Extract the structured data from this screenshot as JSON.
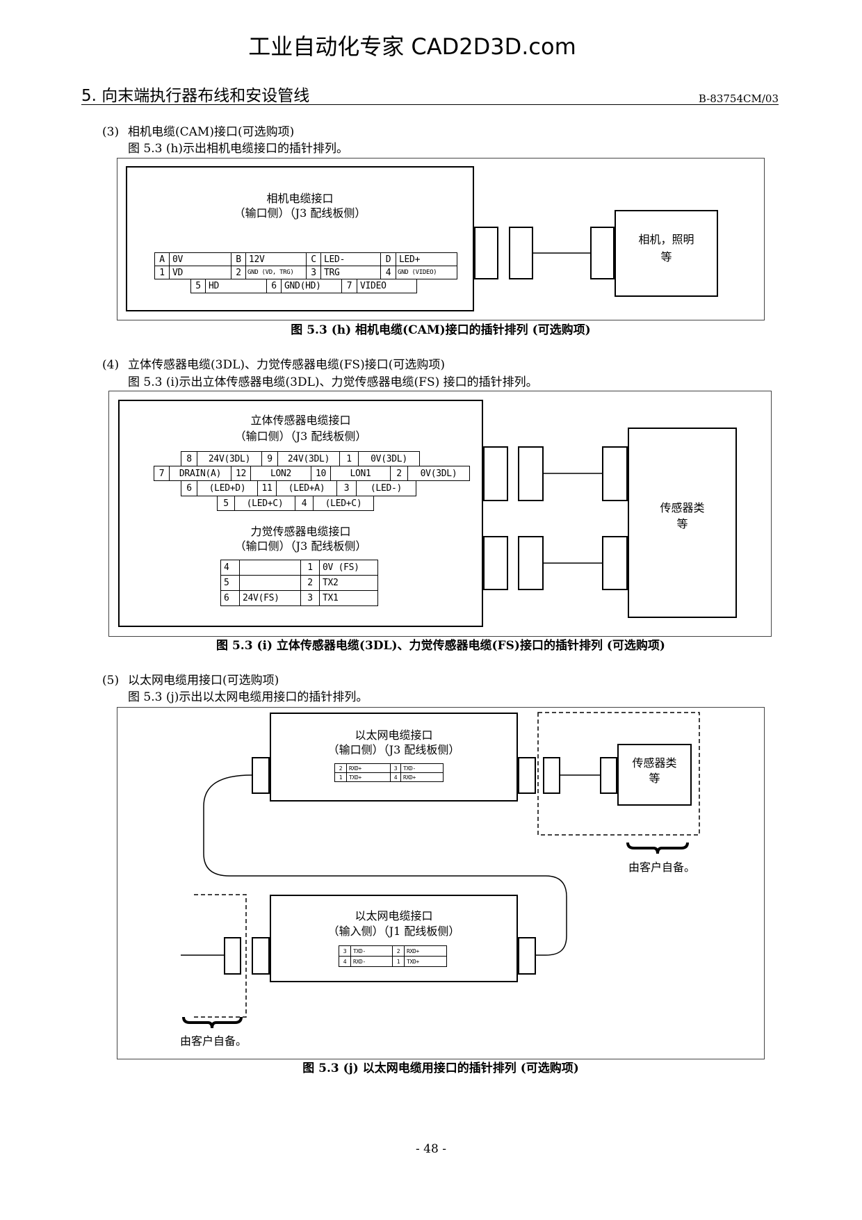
{
  "header": {
    "site_title": "工业自动化专家 CAD2D3D.com",
    "section_title": "5. 向末端执行器布线和安设管线",
    "doc_code": "B-83754CM/03"
  },
  "sec3": {
    "num": "(3)",
    "heading": "相机电缆(CAM)接口(可选购项)",
    "intro": "图 5.3 (h)示出相机电缆接口的插针排列。",
    "caption": "图 5.3 (h)  相机电缆(CAM)接口的插针排列  (可选购项)",
    "connector_title": "相机电缆接口",
    "connector_side": "（输口侧）（J3 配线板侧）",
    "device_line1": "相机，照明",
    "device_line2": "等",
    "pins": {
      "row1": [
        {
          "n": "A",
          "s": "0V"
        },
        {
          "n": "B",
          "s": "12V"
        },
        {
          "n": "C",
          "s": "LED-"
        },
        {
          "n": "D",
          "s": "LED+"
        }
      ],
      "row2": [
        {
          "n": "1",
          "s": "VD"
        },
        {
          "n": "2",
          "s": "GND (VD, TRG)"
        },
        {
          "n": "3",
          "s": "TRG"
        },
        {
          "n": "4",
          "s": "GND (VIDEO)"
        }
      ],
      "row3": [
        {
          "n": "5",
          "s": "HD"
        },
        {
          "n": "6",
          "s": "GND(HD)"
        },
        {
          "n": "7",
          "s": "VIDEO"
        }
      ]
    }
  },
  "sec4": {
    "num": "(4)",
    "heading": "立体传感器电缆(3DL)、力觉传感器电缆(FS)接口(可选购项)",
    "intro": "图 5.3 (i)示出立体传感器电缆(3DL)、力觉传感器电缆(FS) 接口的插针排列。",
    "caption": "图 5.3 (i)  立体传感器电缆(3DL)、力觉传感器电缆(FS)接口的插针排列  (可选购项)",
    "stereo_title": "立体传感器电缆接口",
    "stereo_side": "（输口侧）（J3 配线板侧）",
    "force_title": "力觉传感器电缆接口",
    "force_side": "（输口侧）（J3 配线板侧）",
    "device_line1": "传感器类",
    "device_line2": "等",
    "stereo_pins": {
      "row1": [
        {
          "n": "8",
          "s": "24V(3DL)"
        },
        {
          "n": "9",
          "s": "24V(3DL)"
        },
        {
          "n": "1",
          "s": "0V(3DL)"
        }
      ],
      "row2": [
        {
          "n": "7",
          "s": "DRAIN(A)"
        },
        {
          "n": "12",
          "s": "LON2"
        },
        {
          "n": "10",
          "s": "LON1"
        },
        {
          "n": "2",
          "s": "0V(3DL)"
        }
      ],
      "row3": [
        {
          "n": "6",
          "s": "(LED+D)"
        },
        {
          "n": "11",
          "s": "(LED+A)"
        },
        {
          "n": "3",
          "s": "(LED-)"
        }
      ],
      "row4": [
        {
          "n": "5",
          "s": "(LED+C)"
        },
        {
          "n": "4",
          "s": "(LED+C)"
        }
      ]
    },
    "force_pins": {
      "row1": [
        {
          "n": "4",
          "s": ""
        },
        {
          "n": "1",
          "s": "0V (FS)"
        }
      ],
      "row2": [
        {
          "n": "5",
          "s": ""
        },
        {
          "n": "2",
          "s": "TX2"
        }
      ],
      "row3": [
        {
          "n": "6",
          "s": "24V(FS)"
        },
        {
          "n": "3",
          "s": "TX1"
        }
      ]
    }
  },
  "sec5": {
    "num": "(5)",
    "heading": "以太网电缆用接口(可选购项)",
    "intro": "图 5.3 (j)示出以太网电缆用接口的插针排列。",
    "caption": "图 5.3 (j)  以太网电缆用接口的插针排列  (可选购项)",
    "output_title": "以太网电缆接口",
    "output_side": "（输口侧）（J3 配线板侧）",
    "input_title": "以太网电缆接口",
    "input_side": "（输入侧）（J1 配线板侧）",
    "device_line1": "传感器类",
    "device_line2": "等",
    "customer_note_right": "由客户自备。",
    "customer_note_left": "由客户自备。",
    "output_pins": {
      "row1": [
        {
          "n": "2",
          "s": "RXD+"
        },
        {
          "n": "3",
          "s": "TXD-"
        }
      ],
      "row2": [
        {
          "n": "1",
          "s": "TXD+"
        },
        {
          "n": "4",
          "s": "RXD+"
        }
      ]
    },
    "input_pins": {
      "row1": [
        {
          "n": "3",
          "s": "TXD-"
        },
        {
          "n": "2",
          "s": "RXD+"
        }
      ],
      "row2": [
        {
          "n": "4",
          "s": "RXD-"
        },
        {
          "n": "1",
          "s": "TXD+"
        }
      ]
    }
  },
  "footer": {
    "page_number": "- 48 -"
  }
}
